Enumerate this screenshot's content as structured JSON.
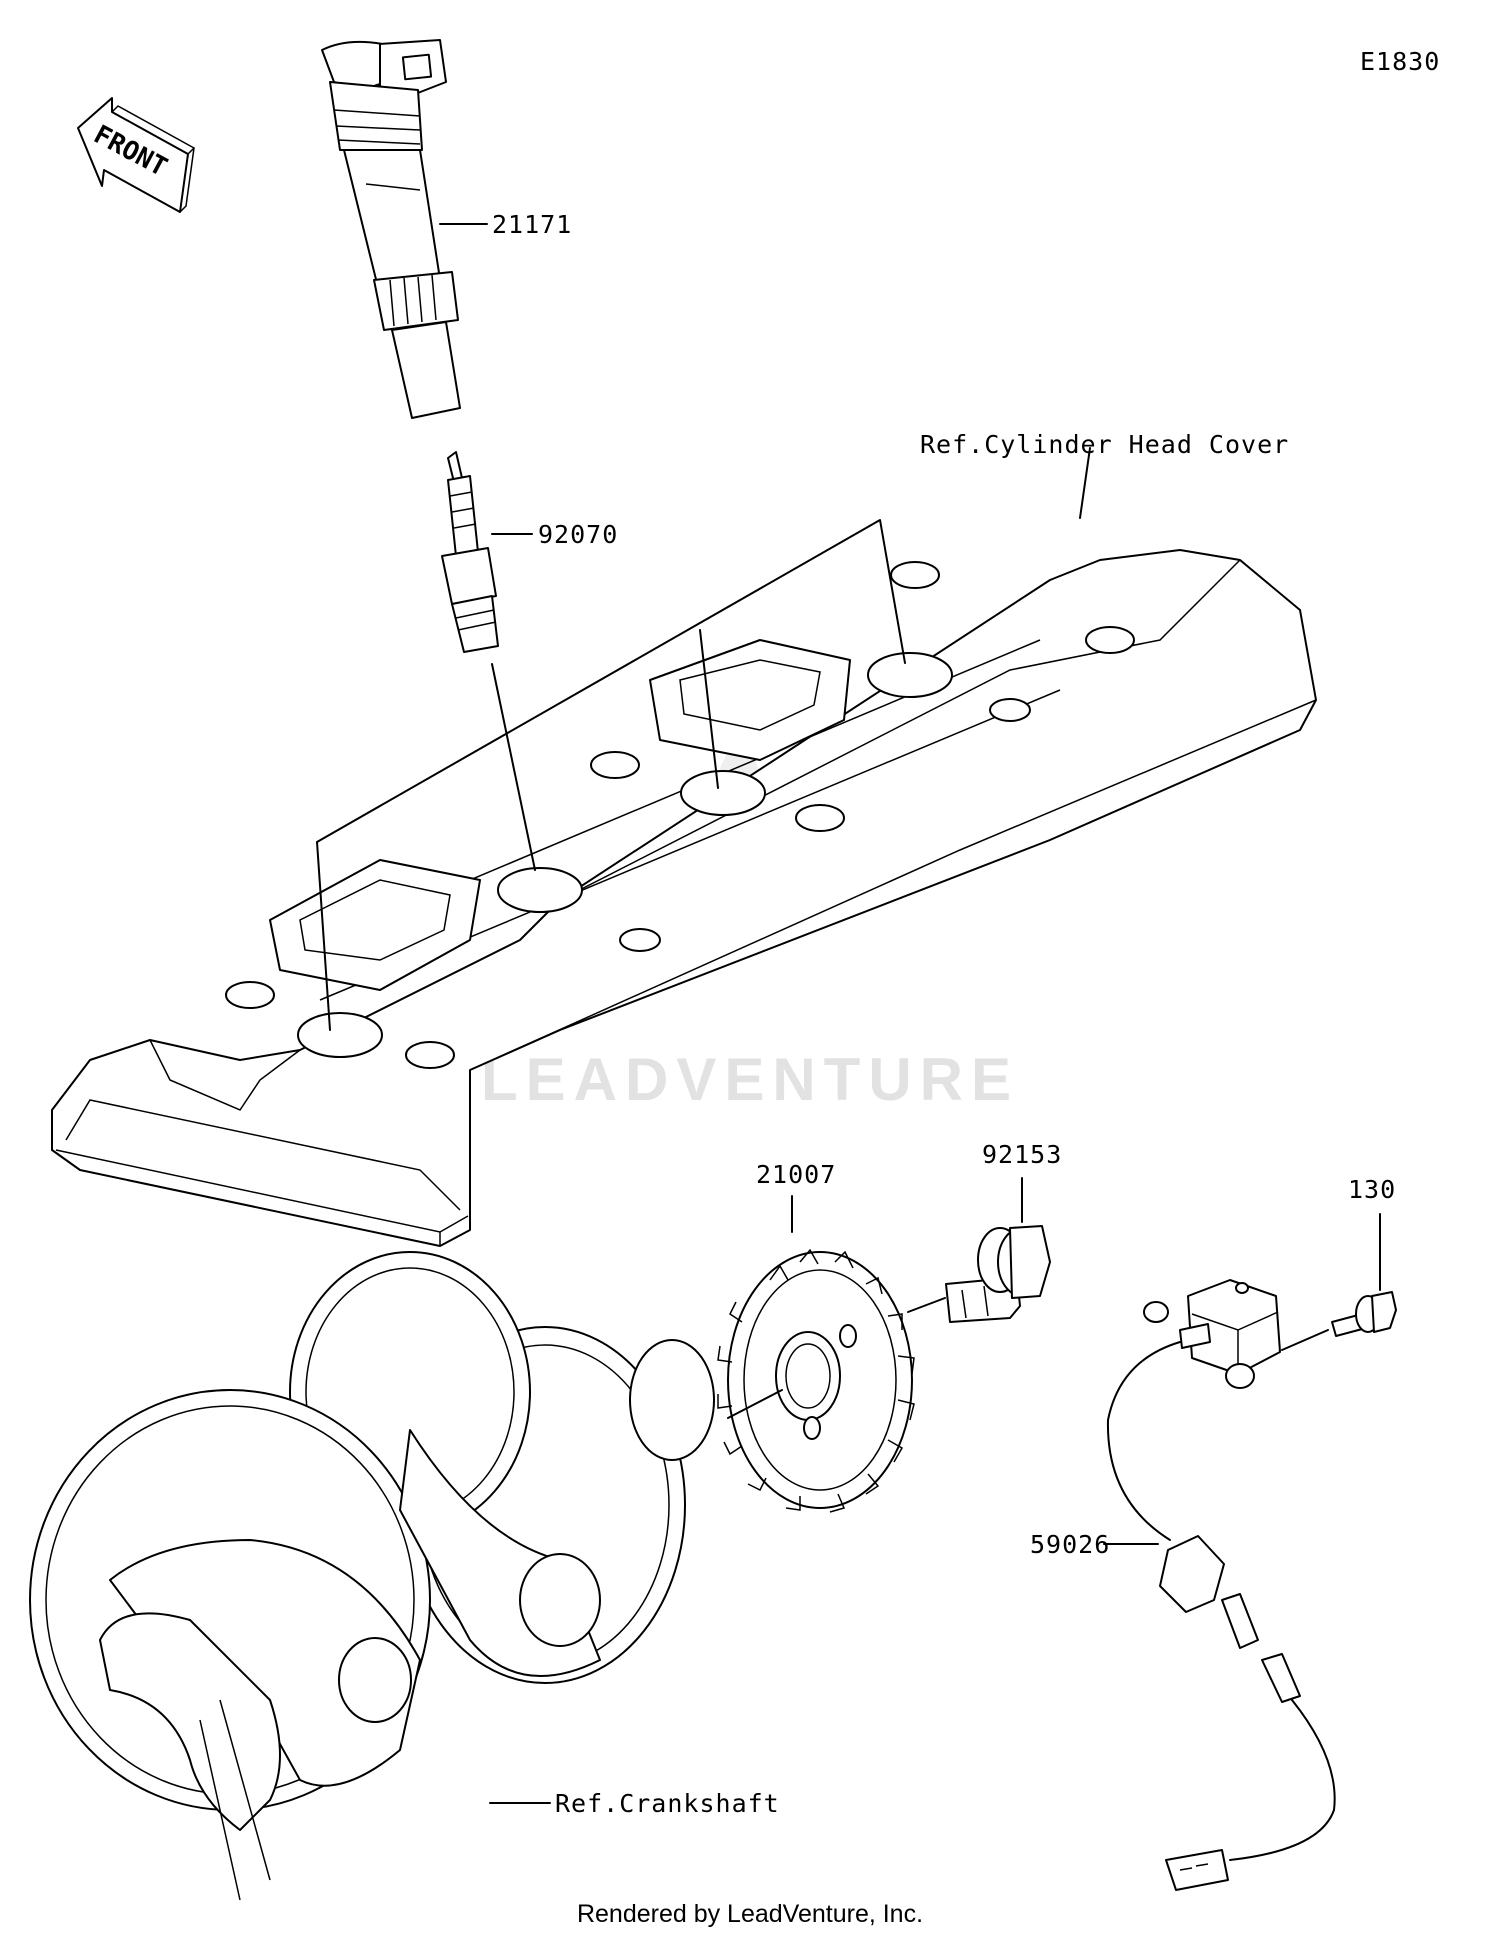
{
  "diagram": {
    "code": "E1830",
    "front_label": "FRONT",
    "watermark": "LEADVENTURE",
    "parts": {
      "ignition_coil": "21171",
      "spark_plug": "92070",
      "rotor": "21007",
      "bolt_flanged": "92153",
      "bolt_small": "130",
      "pickup_coil": "59026"
    },
    "refs": {
      "cylinder_head_cover": "Ref.Cylinder Head Cover",
      "crankshaft": "Ref.Crankshaft"
    }
  },
  "footer": {
    "credit": "Rendered by LeadVenture, Inc."
  }
}
